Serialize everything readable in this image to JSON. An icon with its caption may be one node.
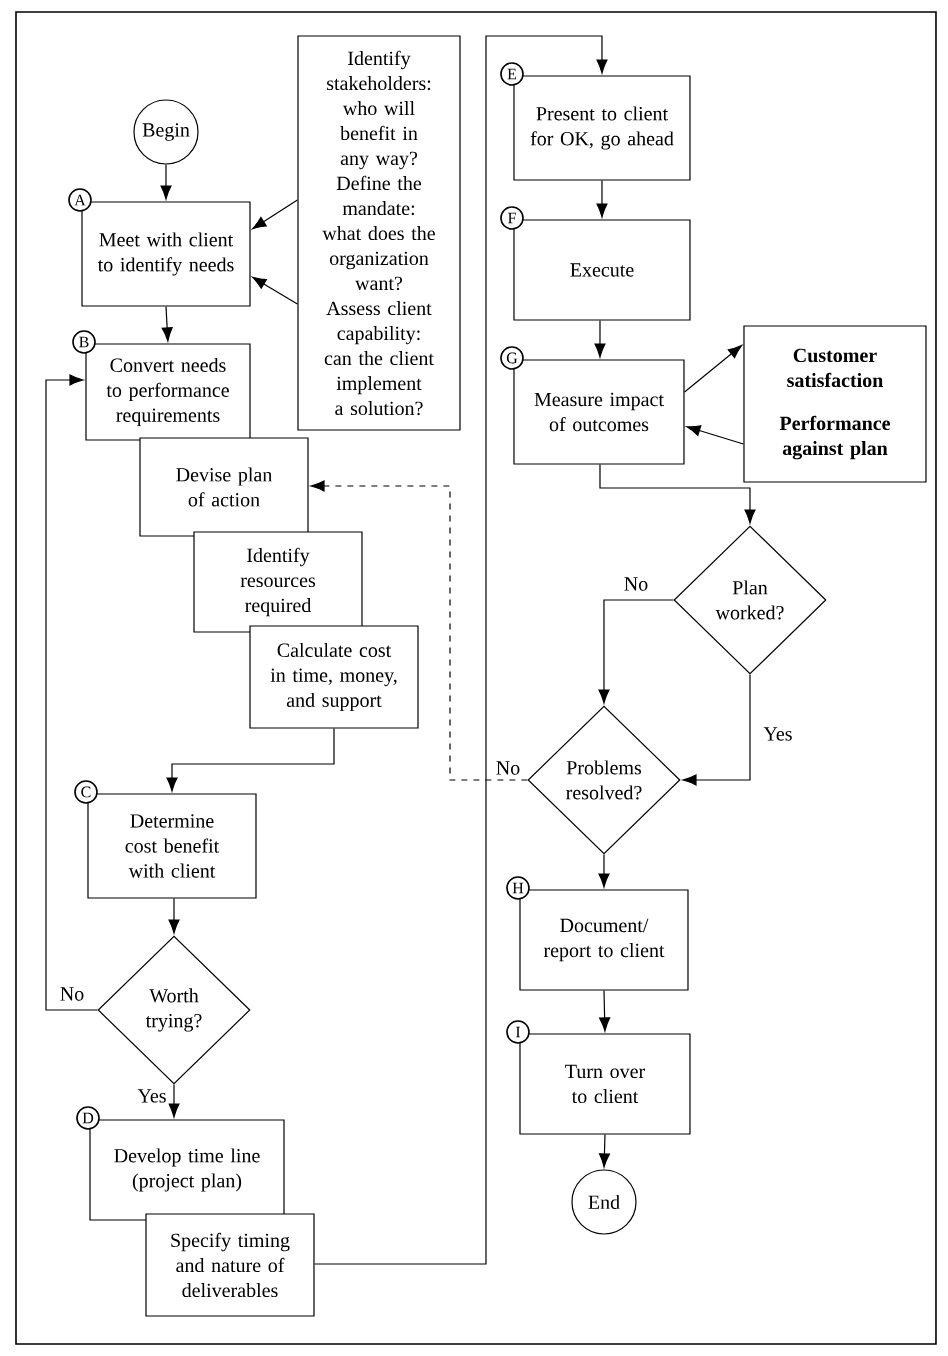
{
  "diagram": {
    "nodes": [
      {
        "text": [
          "Begin"
        ]
      },
      {
        "text": [
          "Meet with client to identify needs"
        ],
        "beside": [
          "A"
        ]
      },
      {
        "text": [
          "Identify stakeholders: who will benefit in any way?",
          "Define the mandate: what does the organization want?",
          "Assess client capability: can the client implement a solution?"
        ]
      },
      {
        "text": [
          "Convert needs to performance requirements"
        ],
        "beside": [
          "B"
        ]
      },
      {
        "text": [
          "Devise plan of action"
        ]
      },
      {
        "text": [
          "Identify resources required"
        ]
      },
      {
        "text": [
          "Calculate cost in time, money, and support"
        ]
      },
      {
        "text": [
          "Determine cost benefit with client"
        ],
        "beside": [
          "C"
        ]
      },
      {
        "text": [
          "Worth trying?"
        ]
      },
      {
        "text": [
          "Develop time line (project plan)"
        ],
        "beside": [
          "D"
        ]
      },
      {
        "text": [
          "Specify timing and nature of deliverables"
        ]
      },
      {
        "text": [
          "Present to client for OK, go ahead"
        ],
        "beside": [
          "E"
        ]
      },
      {
        "text": [
          "Execute"
        ],
        "beside": [
          "F"
        ]
      },
      {
        "text": [
          "Measure impact of outcomes"
        ],
        "beside": [
          "G"
        ]
      },
      {
        "text": [
          "Customer satisfaction",
          "Performance against plan"
        ]
      },
      {
        "text": [
          "Plan worked?"
        ]
      },
      {
        "text": [
          "Problems resolved?"
        ]
      },
      {
        "text": [
          "Document/ report to client"
        ],
        "beside": [
          "H"
        ]
      },
      {
        "text": [
          "Turn over to client"
        ],
        "beside": [
          "I"
        ]
      },
      {
        "text": [
          "End"
        ]
      }
    ],
    "edges": [
      {
        "from": 0,
        "to": 1,
        "arrow": "to"
      },
      {
        "from": 2,
        "to": 1,
        "arrow": "to"
      },
      {
        "from": 2,
        "to": 1,
        "arrow": "to"
      },
      {
        "from": 1,
        "to": 3,
        "arrow": "to"
      },
      {
        "from": 6,
        "to": 7,
        "arrow": "to"
      },
      {
        "from": 7,
        "to": 8,
        "arrow": "to"
      },
      {
        "from": 8,
        "to": 3,
        "arrow": "to",
        "label": "No"
      },
      {
        "from": 8,
        "to": 9,
        "arrow": "to",
        "label": "Yes"
      },
      {
        "from": 10,
        "to": 11,
        "arrow": "to"
      },
      {
        "from": 11,
        "to": 12,
        "arrow": "to"
      },
      {
        "from": 12,
        "to": 13,
        "arrow": "to"
      },
      {
        "from": 13,
        "to": 14,
        "arrow": "to"
      },
      {
        "from": 14,
        "to": 13,
        "arrow": "to"
      },
      {
        "from": 13,
        "to": 15,
        "arrow": "to"
      },
      {
        "from": 15,
        "to": 16,
        "arrow": "to",
        "label": "No"
      },
      {
        "from": 15,
        "to": 16,
        "arrow": "to",
        "label": "Yes"
      },
      {
        "from": 16,
        "to": 4,
        "arrow": "to",
        "label": "No",
        "style": "dashed"
      },
      {
        "from": 16,
        "to": 17,
        "arrow": "to"
      },
      {
        "from": 17,
        "to": 18,
        "arrow": "to"
      },
      {
        "from": 18,
        "to": 19,
        "arrow": "to"
      }
    ]
  }
}
